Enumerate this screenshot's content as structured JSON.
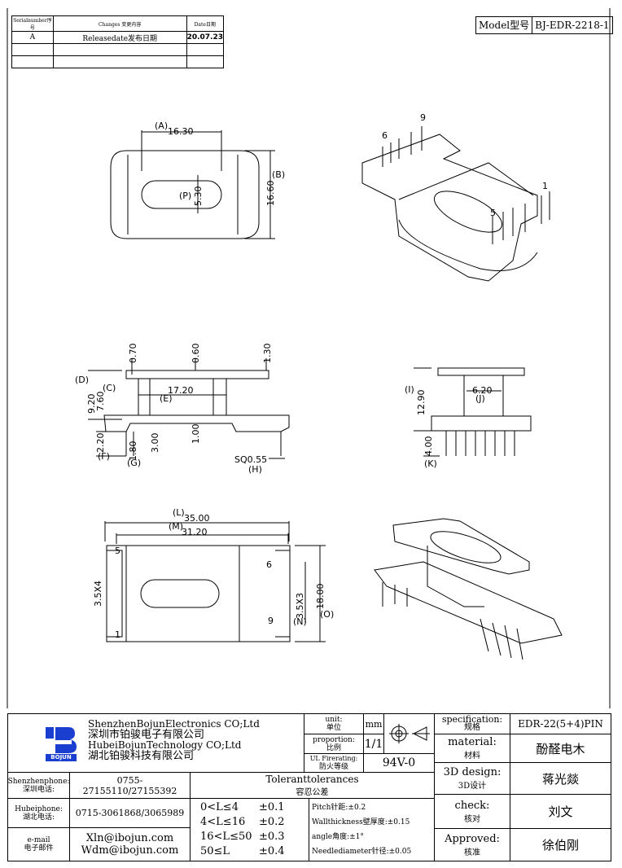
{
  "revision": {
    "headers": [
      "Serialnumber序号",
      "Changes 变更内容",
      "Date日期"
    ],
    "rows": [
      [
        "A",
        "Releasedate发布日期",
        "20.07.23"
      ],
      [
        "",
        "",
        ""
      ],
      [
        "",
        "",
        ""
      ]
    ]
  },
  "model": {
    "label": "Model型号",
    "value": "BJ-EDR-2218-1"
  },
  "dims": {
    "A": "(A)",
    "a_val": "16.30",
    "B": "(B)",
    "b_val": "16.60",
    "P": "(P)",
    "p_val": "5.30",
    "t070": "0.70",
    "t060": "0.60",
    "t130": "1.30",
    "D": "(D)",
    "C": "(C)",
    "d_val": "9.20",
    "c_val": "7.60",
    "e_val": "17.20",
    "E": "(E)",
    "f_val": "2.20",
    "F": "(F)",
    "g_val": "1.80",
    "G": "(G)",
    "v300": "3.00",
    "v100": "1.00",
    "sq": "SQ0.55",
    "H": "(H)",
    "I": "(I)",
    "i_val": "12.90",
    "j_val": "6.20",
    "J": "(J)",
    "k_val": "4.00",
    "K": "(K)",
    "L": "(L)",
    "l_val": "35.00",
    "M": "(M)",
    "m_val": "31.20",
    "p35x4": "3.5X4",
    "p35x3": "3.5X3",
    "N": "(N)",
    "o_val": "18.00",
    "O": "(O)",
    "pin5": "5",
    "pin1": "1",
    "pin6": "6",
    "pin9": "9"
  },
  "iso_pins": {
    "p6": "6",
    "p9": "9",
    "p1": "1",
    "p5": "5"
  },
  "titleblock": {
    "company_en1": "ShenzhenBojunElectronics CO;Ltd",
    "company_cn1": "深圳市铂骏电子有限公司",
    "company_en2": "HubeiBojunTechnology CO;Ltd",
    "company_cn2": "湖北铂骏科技有限公司",
    "logo_text": "BOJUN",
    "unit_label": "unit:",
    "unit_cn": "单位",
    "unit_val": "mm",
    "prop_label": "proportion:",
    "prop_cn": "比例",
    "prop_val": "1/1",
    "ul_label": "UL Firerating:",
    "ul_cn": "防火等级",
    "ul_val": "94V-0",
    "spec_label": "specification:",
    "spec_cn": "规格",
    "spec_val": "EDR-22(5+4)PIN",
    "mat_label": "material:",
    "mat_cn": "材料",
    "mat_val": "酚醛电木",
    "design_label": "3D design:",
    "design_cn": "3D设计",
    "design_val": "蒋光燚",
    "check_label": "check:",
    "check_cn": "核对",
    "check_val": "刘文",
    "appr_label": "Approved:",
    "appr_cn": "核准",
    "appr_val": "徐伯刚",
    "sz_phone_label": "Shenzhenphone:",
    "sz_phone_cn": "深圳电话:",
    "sz_phone": "0755-27155110/27155392",
    "hb_phone_label": "Hubeiphone:",
    "hb_phone_cn": "湖北电话:",
    "hb_phone": "0715-3061868/3065989",
    "email_label": "e-mail",
    "email_cn": "电子邮件",
    "email1": "Xln@ibojun.com",
    "email2": "Wdm@ibojun.com",
    "tol_title": "Toleranttolerances",
    "tol_cn": "容忍公差",
    "tol_ranges": [
      "0<L≤4",
      "4<L≤16",
      "16<L≤50",
      "50≤L"
    ],
    "tol_vals": [
      "±0.1",
      "±0.2",
      "±0.3",
      "±0.4"
    ],
    "tol_notes": [
      "Pitch针距:±0.2",
      "Wallthickness壁厚度:±0.15",
      "angle角度:±1°",
      "Needlediameter针径:±0.05"
    ]
  }
}
